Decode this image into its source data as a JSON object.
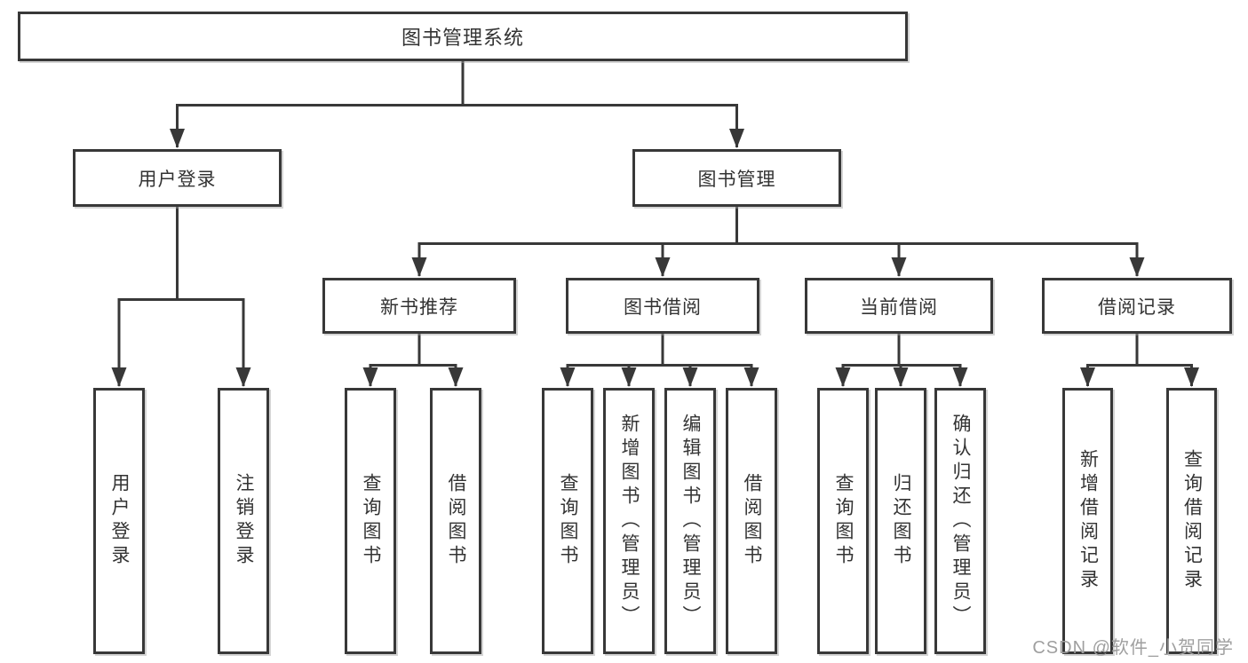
{
  "title": "图书管理系统",
  "watermark": {
    "text": "CSDN @软件_小贺同学",
    "color": "#9f9f9f"
  },
  "colors": {
    "line": "#383838",
    "box_border": "#383838",
    "box_background": "#ffffff",
    "text": "#333333",
    "page_background": "#ffffff"
  },
  "tree": {
    "label": "图书管理系统",
    "children": [
      {
        "label": "用户登录",
        "children": [
          {
            "label": "用户登录"
          },
          {
            "label": "注销登录"
          }
        ]
      },
      {
        "label": "图书管理",
        "children": [
          {
            "label": "新书推荐",
            "children": [
              {
                "label": "查询图书"
              },
              {
                "label": "借阅图书"
              }
            ]
          },
          {
            "label": "图书借阅",
            "children": [
              {
                "label": "查询图书"
              },
              {
                "label": "新增图书（管理员）"
              },
              {
                "label": "编辑图书（管理员）"
              },
              {
                "label": "借阅图书"
              }
            ]
          },
          {
            "label": "当前借阅",
            "children": [
              {
                "label": "查询图书"
              },
              {
                "label": "归还图书"
              },
              {
                "label": "确认归还（管理员）"
              }
            ]
          },
          {
            "label": "借阅记录",
            "children": [
              {
                "label": "新增借阅记录"
              },
              {
                "label": "查询借阅记录"
              }
            ]
          }
        ]
      }
    ]
  }
}
